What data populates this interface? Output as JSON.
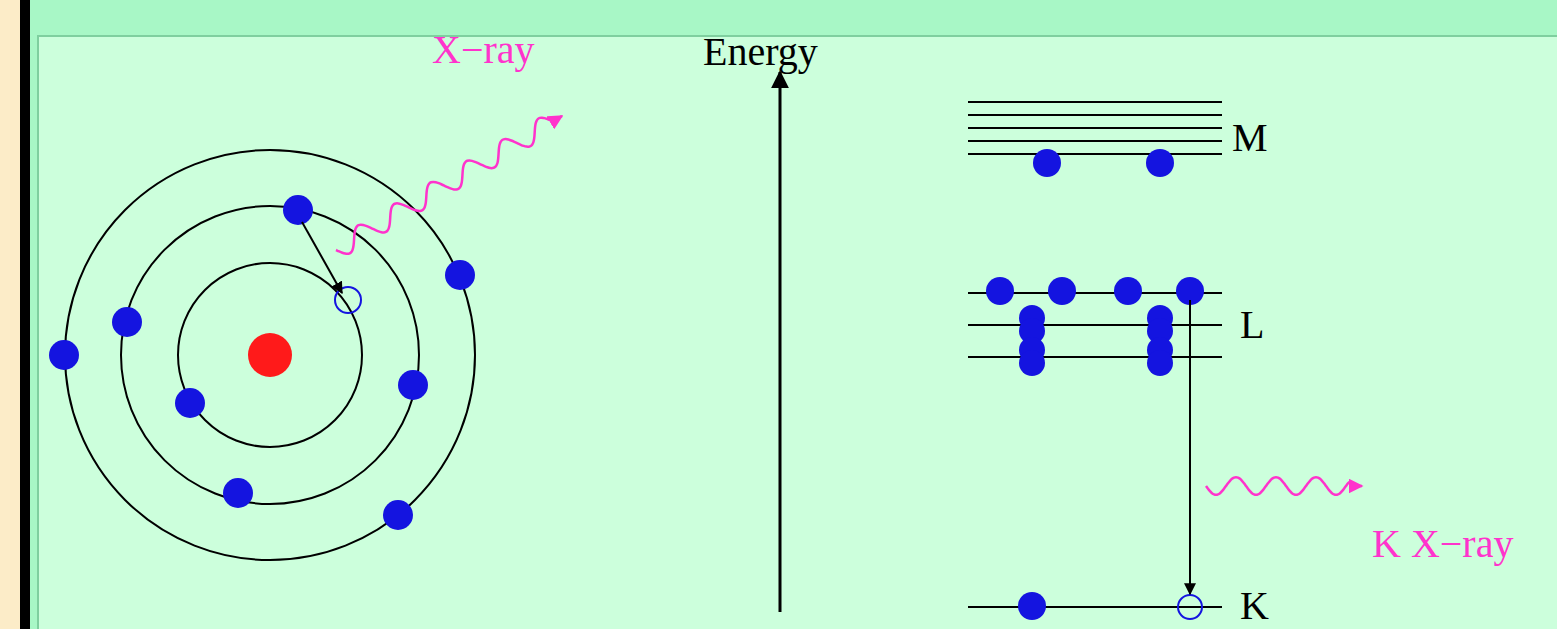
{
  "diagram": {
    "labels": [
      "X−ray",
      "Energy",
      "M",
      "L",
      "K",
      "K X−ray"
    ]
  }
}
